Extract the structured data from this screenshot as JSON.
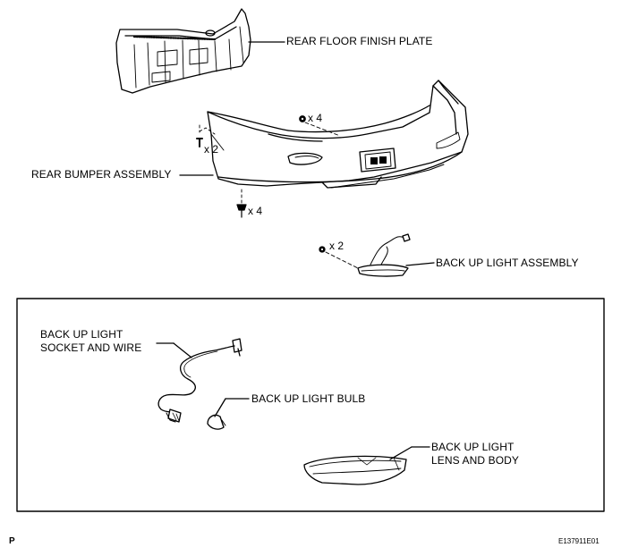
{
  "labels": {
    "rear_floor_finish_plate": "REAR FLOOR FINISH PLATE",
    "rear_bumper_assembly": "REAR BUMPER ASSEMBLY",
    "back_up_light_assembly": "BACK UP LIGHT ASSEMBLY",
    "socket_and_wire": [
      "BACK UP LIGHT",
      "SOCKET AND WIRE"
    ],
    "bulb": "BACK UP LIGHT BULB",
    "lens_and_body": [
      "BACK UP LIGHT",
      "LENS AND BODY"
    ]
  },
  "quantities": {
    "bumper_top_nuts": "x 4",
    "bumper_side_screws": "x 2",
    "bumper_bottom_clips": "x 4",
    "light_nuts": "x 2"
  },
  "footer": {
    "left_mark": "P",
    "figure_code": "E137911E01"
  }
}
